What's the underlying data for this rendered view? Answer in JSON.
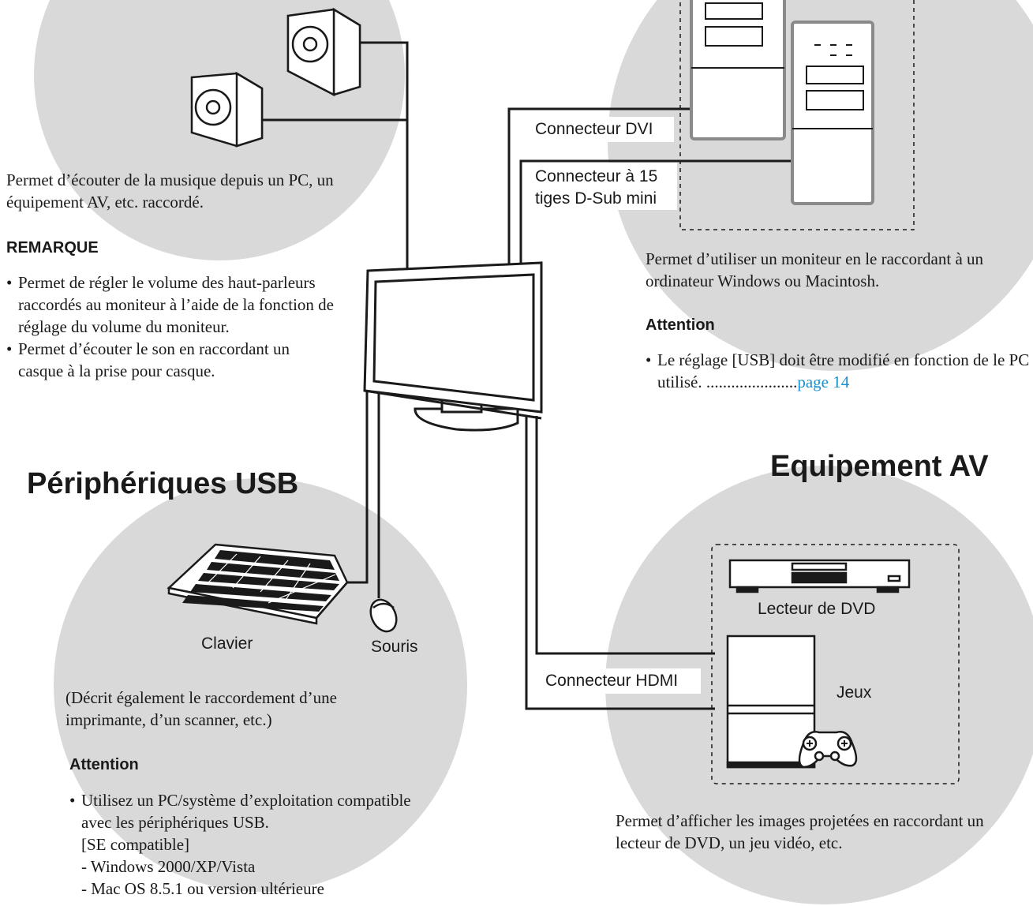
{
  "speakers": {
    "description": "Permet d’écouter de la musique depuis un PC, un équipement AV, etc. raccordé.",
    "note_heading": "REMARQUE",
    "notes": [
      "Permet de régler le volume des haut-parleurs raccordés au moniteur à l’aide de la fonction de réglage du volume du moniteur.",
      "Permet d’écouter le son en raccordant un casque à la prise pour casque."
    ]
  },
  "pc": {
    "dvi_label": "Connecteur DVI",
    "dsub_label_1": "Connecteur à 15",
    "dsub_label_2": "tiges D-Sub mini",
    "description": "Permet d’utiliser un moniteur en le raccordant à un ordinateur Windows ou Macintosh.",
    "attention_heading": "Attention",
    "attention_text": "Le réglage [USB] doit être modifié en fonction de le PC utilisé.",
    "attention_dots": "......................",
    "page_link": "page 14"
  },
  "usb": {
    "title": "Périphériques USB",
    "keyboard_label": "Clavier",
    "mouse_label": "Souris",
    "description": "(Décrit également le raccordement d’une imprimante, d’un scanner, etc.)",
    "attention_heading": "Attention",
    "attention_intro": "Utilisez un PC/système d’exploitation compatible avec les périphériques USB.",
    "compat_heading": "[SE compatible]",
    "compat": [
      "- Windows 2000/XP/Vista",
      "- Mac OS 8.5.1 ou version ultérieure"
    ]
  },
  "av": {
    "title": "Equipement AV",
    "dvd_label": "Lecteur de DVD",
    "games_label": "Jeux",
    "hdmi_label": "Connecteur HDMI",
    "description": "Permet d’afficher les images projetées en raccordant un lecteur de DVD, un jeu vidéo, etc."
  },
  "colors": {
    "circle": "#d9d9d9",
    "line": "#1a1a1a",
    "link": "#1a8fcf",
    "tower_frame": "#8a8a8a"
  }
}
